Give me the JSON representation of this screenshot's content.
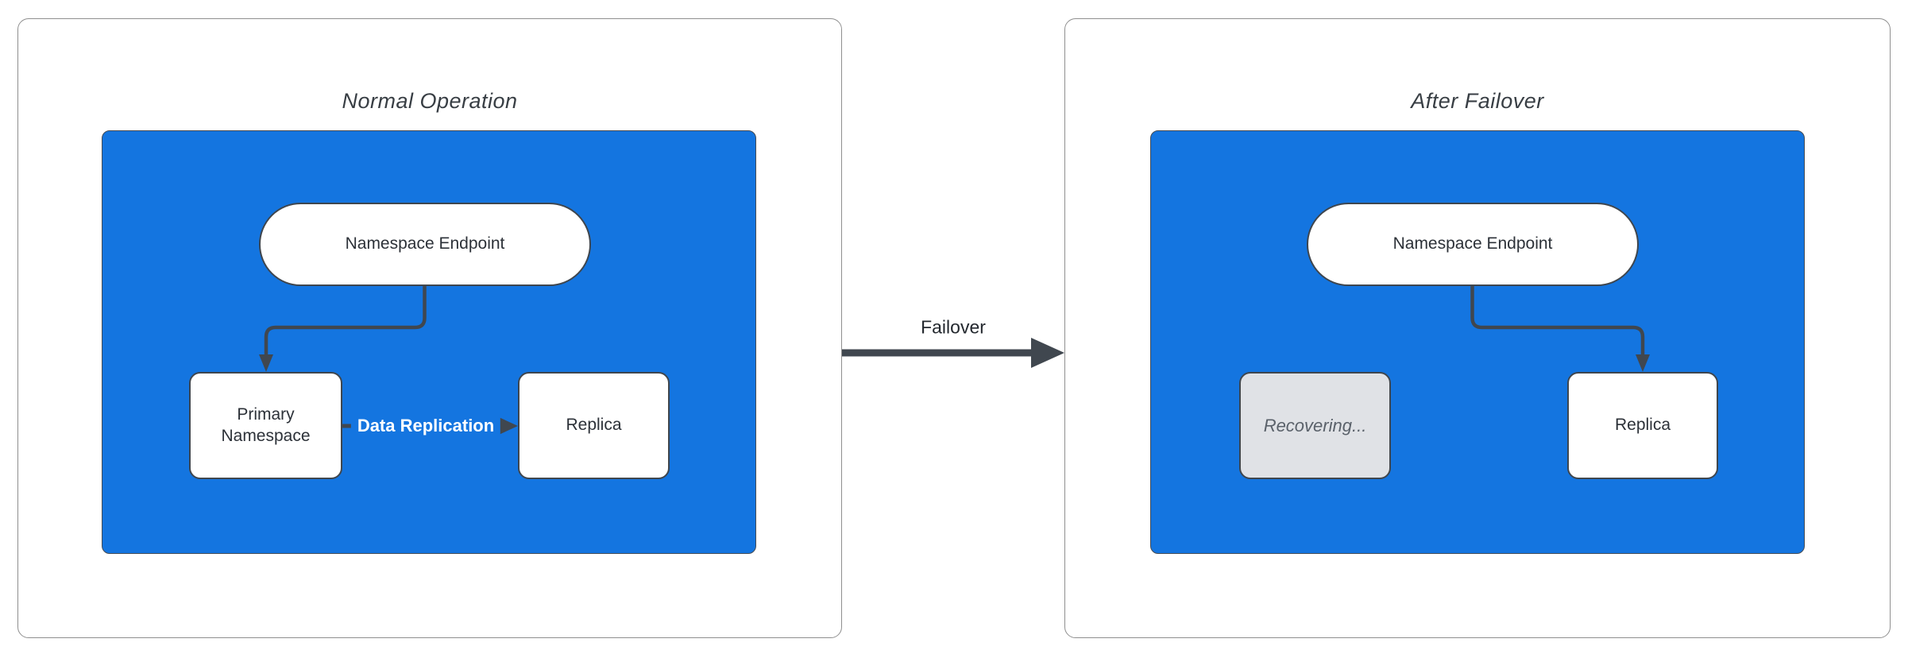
{
  "diagram": {
    "left_panel": {
      "title": "Normal Operation",
      "endpoint_label": "Namespace Endpoint",
      "primary_label": "Primary Namespace",
      "replica_label": "Replica",
      "replication_edge_label": "Data Replication"
    },
    "failover_edge_label": "Failover",
    "right_panel": {
      "title": "After Failover",
      "endpoint_label": "Namespace Endpoint",
      "recovering_label": "Recovering...",
      "replica_label": "Replica"
    }
  },
  "colors": {
    "container_blue": "#1475e0",
    "node_border_dark": "#3f464e",
    "connector_dark": "#40474f",
    "recovering_fill": "#e0e2e6",
    "recovering_text": "#5a616a",
    "panel_border_gray": "#8f8f8f",
    "title_text": "#383e44",
    "edge_label_text_white": "#ffffff"
  }
}
